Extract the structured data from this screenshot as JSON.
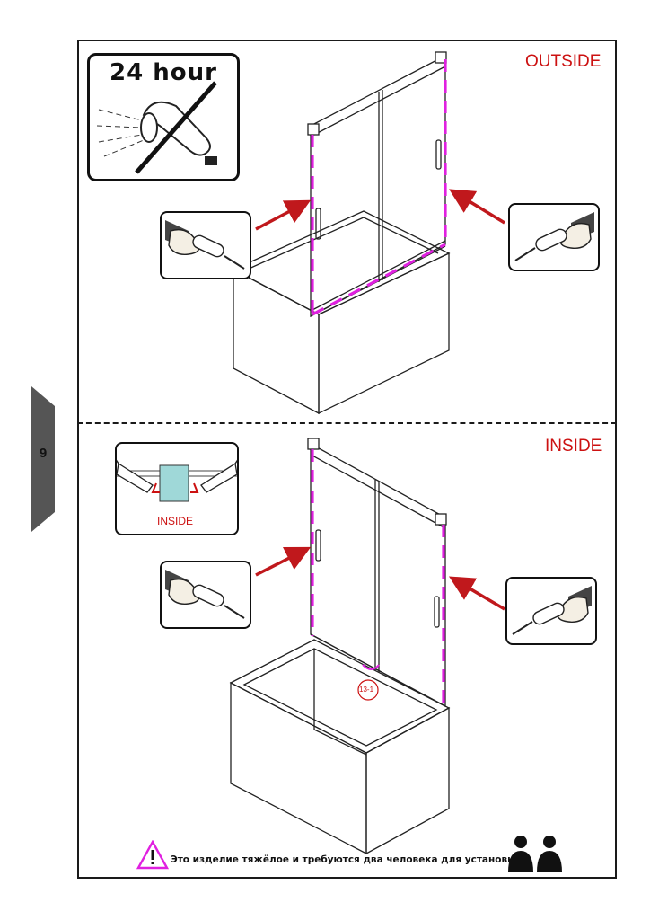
{
  "page": {
    "number": "9"
  },
  "top_panel": {
    "label": "OUTSIDE",
    "sign_text": "24 hour"
  },
  "bottom_panel": {
    "label": "INSIDE",
    "inset_label": "INSIDE",
    "callout": "13-1"
  },
  "warning": {
    "text": "Это изделие тяжёлое и требуются два человека для установки."
  },
  "colors": {
    "sealant": "#e020e0",
    "arrow": "#c0181c",
    "label": "#cc1111",
    "line": "#1a1a1a"
  },
  "icons": [
    "page-tab-icon",
    "shower-no-water-icon",
    "sealant-gun-icon",
    "arrow-icon",
    "warning-triangle-icon",
    "two-persons-icon"
  ]
}
